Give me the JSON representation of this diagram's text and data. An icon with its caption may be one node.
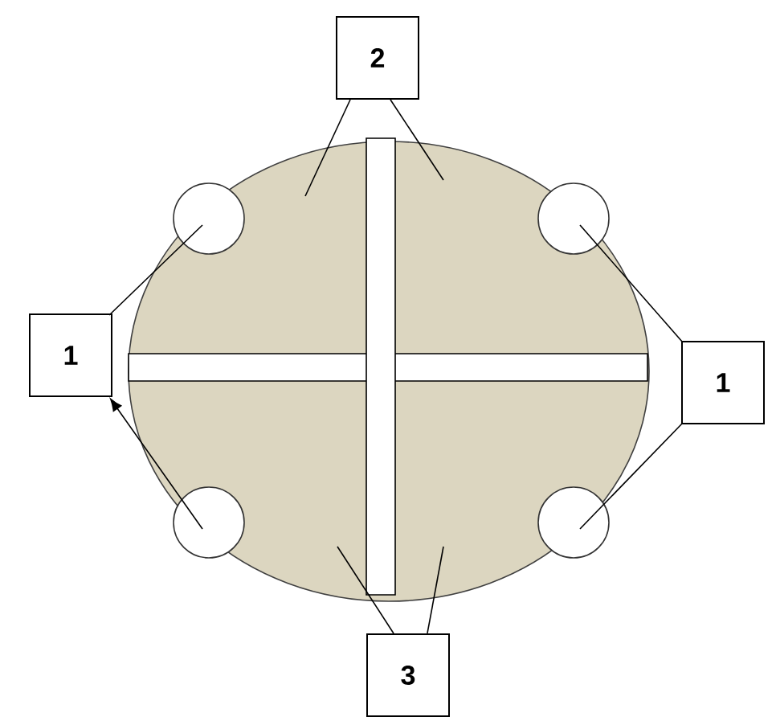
{
  "diagram": {
    "nodes": [
      {
        "text": [
          "2"
        ]
      },
      {
        "text": [],
        "shape": "circle"
      },
      {
        "text": [],
        "shape": "circle"
      },
      {
        "text": [
          "1"
        ]
      },
      {
        "text": [
          "1"
        ]
      },
      {
        "text": [],
        "shape": "circle"
      },
      {
        "text": [],
        "shape": "circle"
      },
      {
        "text": [
          "3"
        ]
      }
    ],
    "edges": [
      {
        "from": 0,
        "to": null,
        "arrow": "none"
      },
      {
        "from": 0,
        "to": null,
        "arrow": "none"
      },
      {
        "from": 3,
        "to": 1,
        "arrow": "none"
      },
      {
        "from": 5,
        "to": 3,
        "arrow": "to"
      },
      {
        "from": 4,
        "to": 2,
        "arrow": "none"
      },
      {
        "from": 4,
        "to": 6,
        "arrow": "none"
      },
      {
        "from": 7,
        "to": null,
        "arrow": "none"
      },
      {
        "from": 7,
        "to": null,
        "arrow": "none"
      }
    ]
  }
}
